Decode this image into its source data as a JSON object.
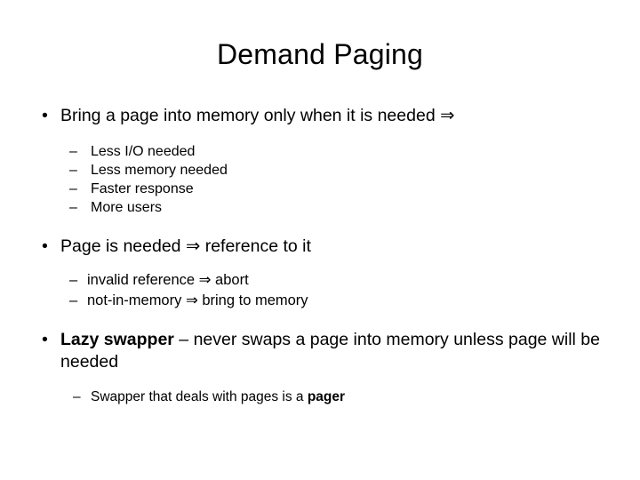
{
  "slide": {
    "title": "Demand Paging",
    "bullets": [
      {
        "level": 1,
        "marker": "•",
        "text": "Bring a page into memory only when it is needed ⇒"
      },
      {
        "level": 2,
        "marker": "–",
        "text": "Less I/O needed"
      },
      {
        "level": 2,
        "marker": "–",
        "text": "Less memory needed"
      },
      {
        "level": 2,
        "marker": "–",
        "text": "Faster response"
      },
      {
        "level": 2,
        "marker": "–",
        "text": "More users"
      },
      {
        "level": 1,
        "marker": "•",
        "text": "Page is needed ⇒ reference to it"
      },
      {
        "level": 2,
        "marker": "–",
        "text": "invalid reference ⇒ abort"
      },
      {
        "level": 2,
        "marker": "–",
        "text": "not-in-memory ⇒ bring to memory"
      },
      {
        "level": 1,
        "marker": "•",
        "text_bold": "Lazy swapper",
        "text_rest": " – never swaps a page into memory unless page will be needed"
      },
      {
        "level": 2,
        "marker": "–",
        "text_pre": "Swapper that deals with pages is a ",
        "text_bold": "pager"
      }
    ]
  }
}
